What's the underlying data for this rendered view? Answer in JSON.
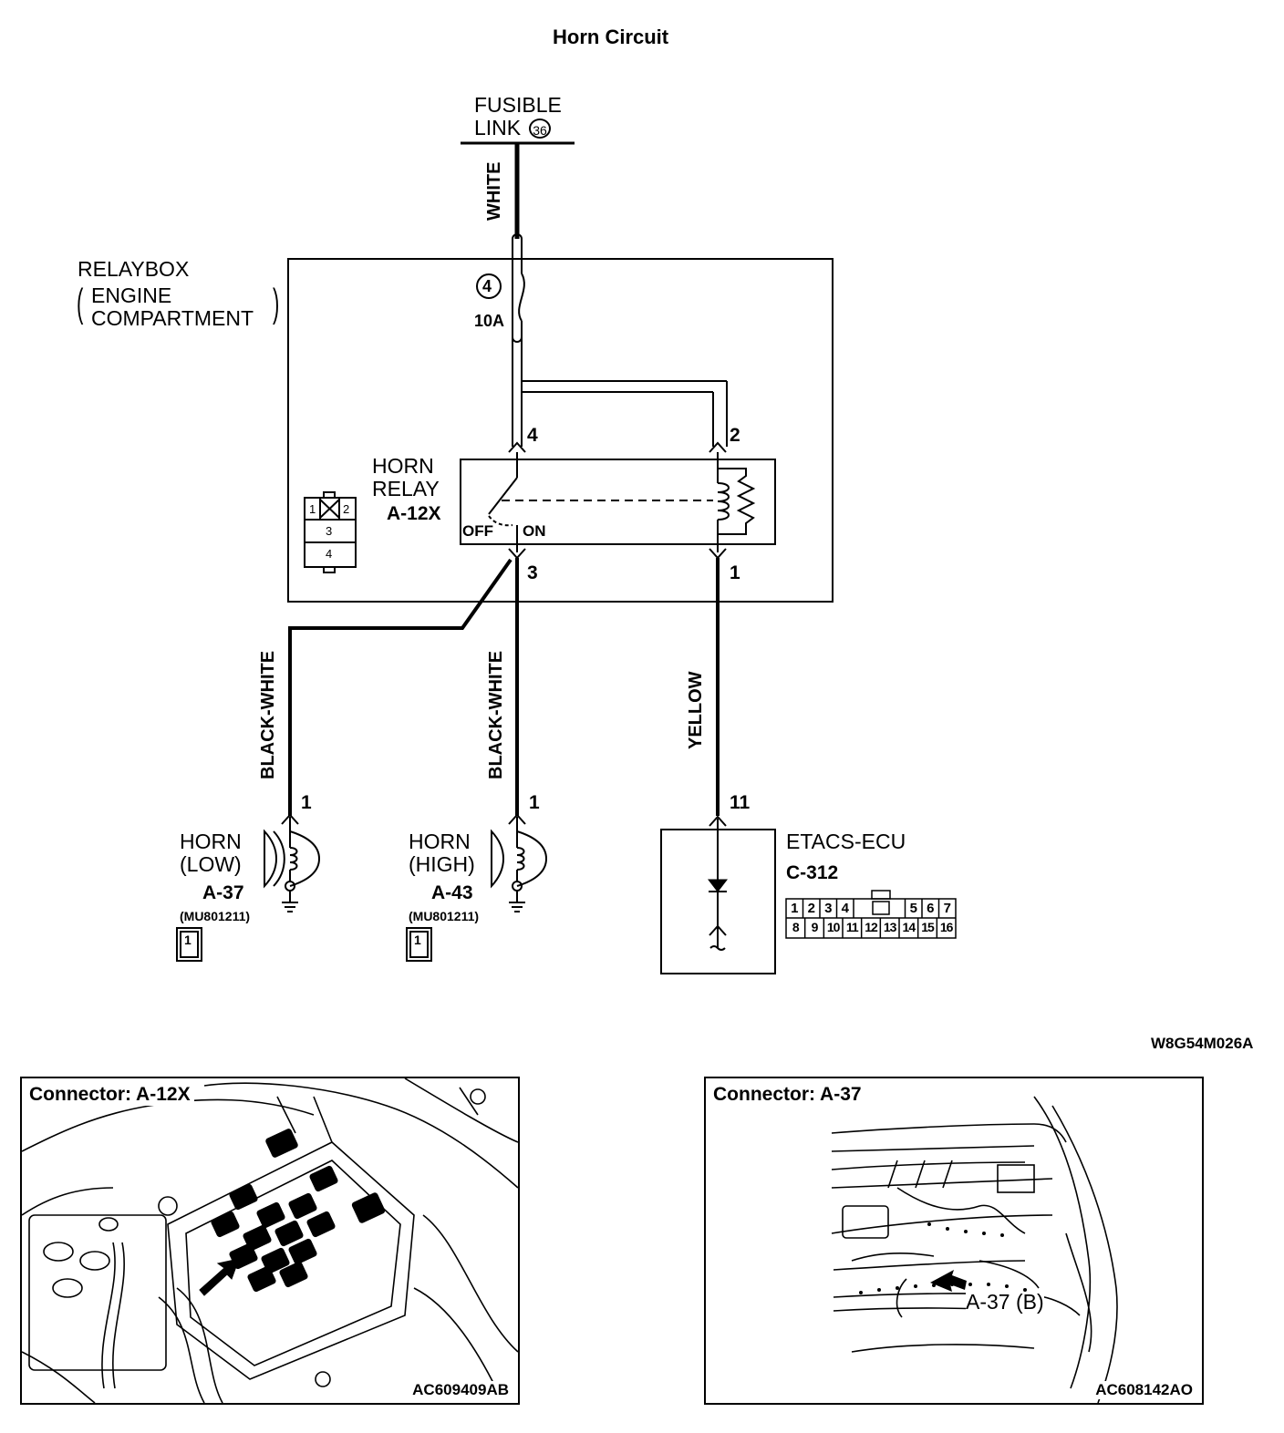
{
  "title": "Horn Circuit",
  "fusible_link": {
    "line1": "FUSIBLE",
    "line2": "LINK",
    "number": "36"
  },
  "relaybox": {
    "line1": "RELAYBOX",
    "line2": "ENGINE",
    "line3": "COMPARTMENT"
  },
  "fuse": {
    "number": "4",
    "rating": "10A"
  },
  "relay": {
    "line1": "HORN",
    "line2": "RELAY",
    "code": "A-12X",
    "off": "OFF",
    "on": "ON"
  },
  "relay_connector": {
    "pins": [
      "1",
      "2",
      "3",
      "4"
    ]
  },
  "pins": {
    "p4": "4",
    "p2": "2",
    "p3": "3",
    "p1": "1",
    "horn_low": "1",
    "horn_high": "1",
    "ecu": "11"
  },
  "wires": {
    "white": "WHITE",
    "black_white_1": "BLACK-WHITE",
    "black_white_2": "BLACK-WHITE",
    "yellow": "YELLOW"
  },
  "horn_low": {
    "line1": "HORN",
    "line2": "(LOW)",
    "code": "A-37",
    "part": "(MU801211)",
    "icon": "1"
  },
  "horn_high": {
    "line1": "HORN",
    "line2": "(HIGH)",
    "code": "A-43",
    "part": "(MU801211)",
    "icon": "1"
  },
  "ecu": {
    "name": "ETACS-ECU",
    "code": "C-312",
    "row1": [
      "1",
      "2",
      "3",
      "4",
      "5",
      "6",
      "7"
    ],
    "row2": [
      "8",
      "9",
      "10",
      "11",
      "12",
      "13",
      "14",
      "15",
      "16"
    ]
  },
  "diagram_code": "W8G54M026A",
  "panel_left": {
    "title": "Connector: A-12X",
    "code": "AC609409AB"
  },
  "panel_right": {
    "title": "Connector: A-37",
    "callout": "A-37 (B)",
    "code": "AC608142AO"
  }
}
